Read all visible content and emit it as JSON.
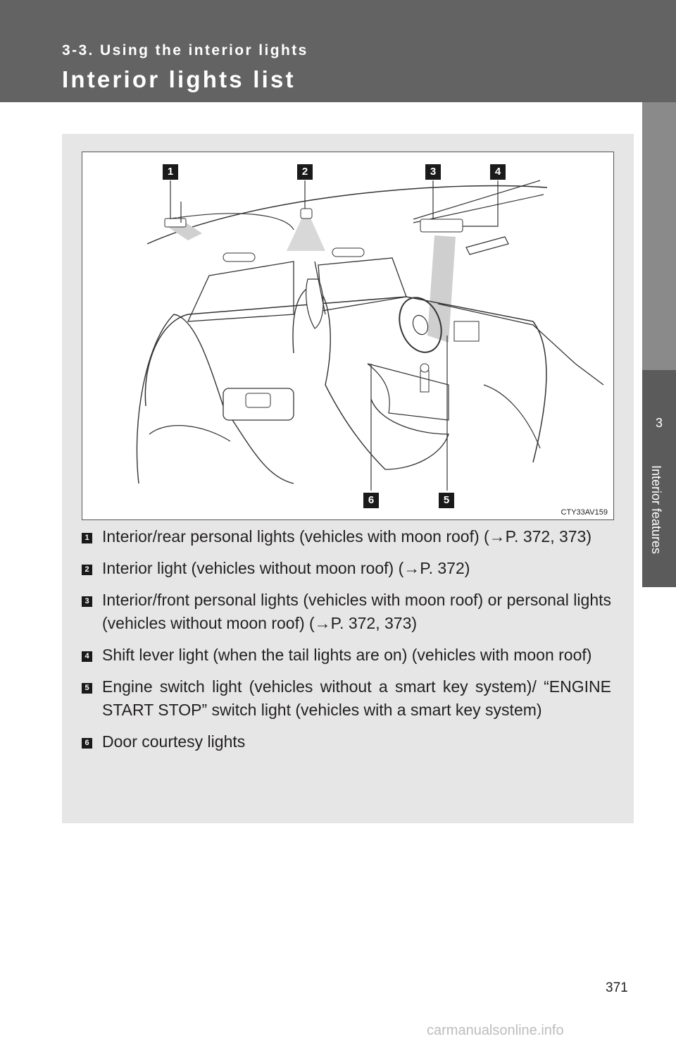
{
  "header": {
    "section": "3-3. Using the interior lights",
    "title": "Interior lights list"
  },
  "side_tab": {
    "chapter_number": "3",
    "chapter_title": "Interior features"
  },
  "figure": {
    "code": "CTY33AV159",
    "callouts": [
      "1",
      "2",
      "3",
      "4",
      "5",
      "6"
    ]
  },
  "legend": [
    {
      "marker": "1",
      "text": "Interior/rear personal lights (vehicles with moon roof) (→P. 372, 373)"
    },
    {
      "marker": "2",
      "text": "Interior light (vehicles without moon roof) (→P. 372)"
    },
    {
      "marker": "3",
      "text": "Interior/front personal lights (vehicles with moon roof) or personal lights (vehicles without moon roof) (→P. 372, 373)"
    },
    {
      "marker": "4",
      "text": "Shift lever light (when the tail lights are on) (vehicles with moon roof)"
    },
    {
      "marker": "5",
      "text": "Engine switch light (vehicles without a smart key system)/ “ENGINE START STOP” switch light (vehicles with a smart key system)"
    },
    {
      "marker": "6",
      "text": "Door courtesy lights"
    }
  ],
  "page_number": "371",
  "watermark": "carmanualsonline.info"
}
